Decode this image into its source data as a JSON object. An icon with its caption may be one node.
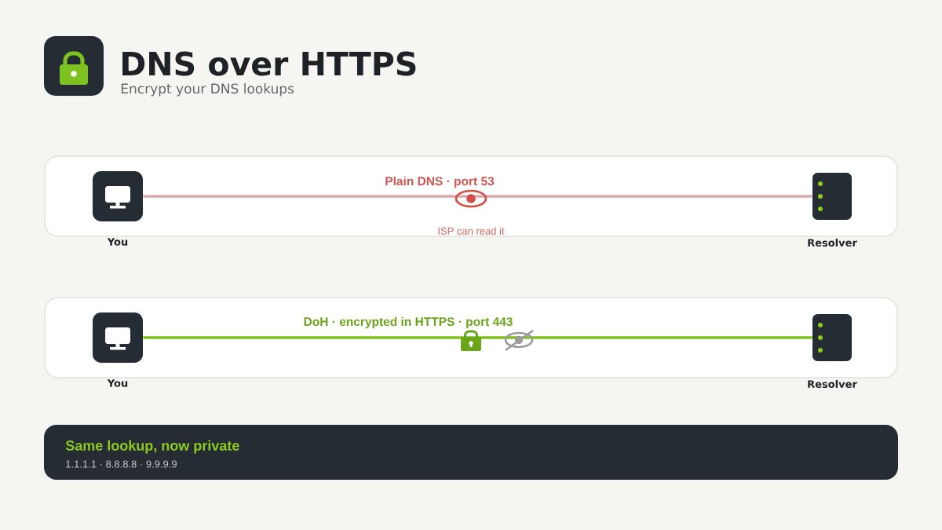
{
  "diagram": {
    "title": "DNS over HTTPS",
    "nodes": [
      {
        "text": [],
        "shape": "box"
      },
      {
        "text": [],
        "shape": "box",
        "in": 0,
        "beside": [
          "You"
        ]
      },
      {
        "text": [],
        "shape": "box",
        "in": 0,
        "beside": [
          "Resolver"
        ]
      },
      {
        "text": [],
        "shape": "box"
      },
      {
        "text": [],
        "shape": "box",
        "in": 3,
        "beside": [
          "You"
        ]
      },
      {
        "text": [],
        "shape": "box",
        "in": 3,
        "beside": [
          "Resolver"
        ]
      },
      {
        "text": [
          "Same lookup, now private",
          "1.1.1.1 · 8.8.8.8 · 9.9.9.9"
        ]
      }
    ],
    "edges": [
      {
        "from": 1,
        "to": 2,
        "arrow": "none",
        "label": "Plain DNS · port 53",
        "color": "#d9aaad"
      },
      {
        "from": 4,
        "to": 5,
        "arrow": "none",
        "label": "DoH · encrypted in HTTPS · port 443",
        "color": "#7cc11c"
      }
    ],
    "labels": [
      "Encrypt your DNS lookups",
      "ISP can read it"
    ]
  }
}
